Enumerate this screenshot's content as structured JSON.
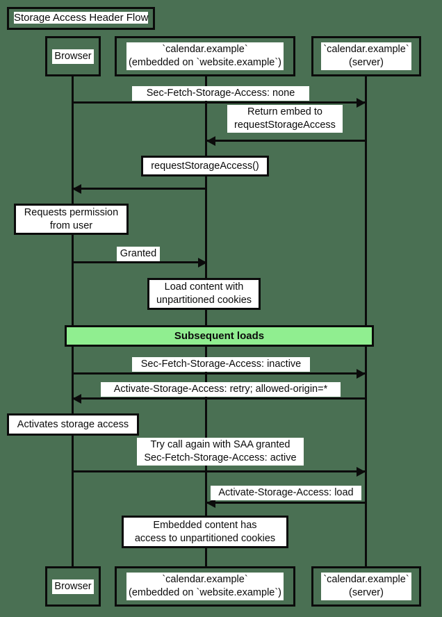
{
  "diagram": {
    "title": "Storage Access Header Flow",
    "background_color": "#4a7053",
    "line_color": "#0b0b0b",
    "note_fill": "#ffffff",
    "section_fill": "#90ee90",
    "type": "sequence-diagram"
  },
  "participants": [
    {
      "id": "browser",
      "label": "Browser"
    },
    {
      "id": "embed",
      "label": "`calendar.example`\n(embedded on `website.example`)"
    },
    {
      "id": "server",
      "label": "`calendar.example`\n(server)"
    }
  ],
  "messages": [
    {
      "id": "m1",
      "from": "browser",
      "to": "server",
      "direction": "right",
      "label": "Sec-Fetch-Storage-Access: none"
    },
    {
      "id": "m2",
      "from": "server",
      "to": "embed",
      "direction": "left",
      "label": "Return embed to\nrequestStorageAccess"
    },
    {
      "id": "m3",
      "from": "embed",
      "to": "browser",
      "direction": "left",
      "label": ""
    },
    {
      "id": "m4",
      "from": "browser",
      "to": "embed",
      "direction": "right",
      "label": "Granted"
    },
    {
      "id": "m5",
      "from": "browser",
      "to": "server",
      "direction": "right",
      "label": "Sec-Fetch-Storage-Access: inactive"
    },
    {
      "id": "m6",
      "from": "server",
      "to": "browser",
      "direction": "left",
      "label": "Activate-Storage-Access: retry; allowed-origin=*"
    },
    {
      "id": "m7",
      "from": "browser",
      "to": "server",
      "direction": "right",
      "label": "Try call again with SAA granted\nSec-Fetch-Storage-Access: active"
    },
    {
      "id": "m8",
      "from": "server",
      "to": "embed",
      "direction": "left",
      "label": "Activate-Storage-Access: load"
    }
  ],
  "notes": [
    {
      "id": "n1",
      "over": "embed",
      "label": "requestStorageAccess()"
    },
    {
      "id": "n2",
      "over": "browser",
      "label": "Requests permission\nfrom user"
    },
    {
      "id": "n3",
      "over": "embed",
      "label": "Load content with\nunpartitioned cookies"
    },
    {
      "id": "n4",
      "over": "browser",
      "label": "Activates storage access"
    },
    {
      "id": "n5",
      "over": "embed",
      "label": "Embedded content has\naccess to unpartitioned cookies"
    }
  ],
  "sections": [
    {
      "id": "s1",
      "label": "Subsequent loads"
    }
  ]
}
